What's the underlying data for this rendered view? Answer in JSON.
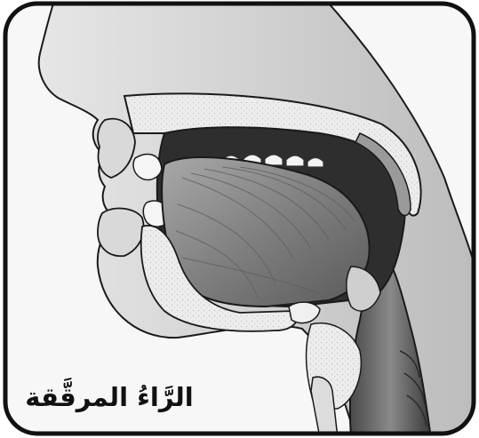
{
  "caption": {
    "text": "الرَّاءُ المرقَّقة"
  },
  "colors": {
    "outline": "#1a1a1a",
    "skin": "#d6d6d6",
    "skin_light": "#eeeeee",
    "cavity": "#2a2a2a",
    "bone": "#e9e9e9",
    "tongue": "#8d8d8d",
    "throat": "#6a6a6a"
  },
  "icons": [
    "rounded-frame",
    "head-sagittal-section",
    "tongue",
    "palate",
    "teeth",
    "epiglottis",
    "larynx"
  ]
}
